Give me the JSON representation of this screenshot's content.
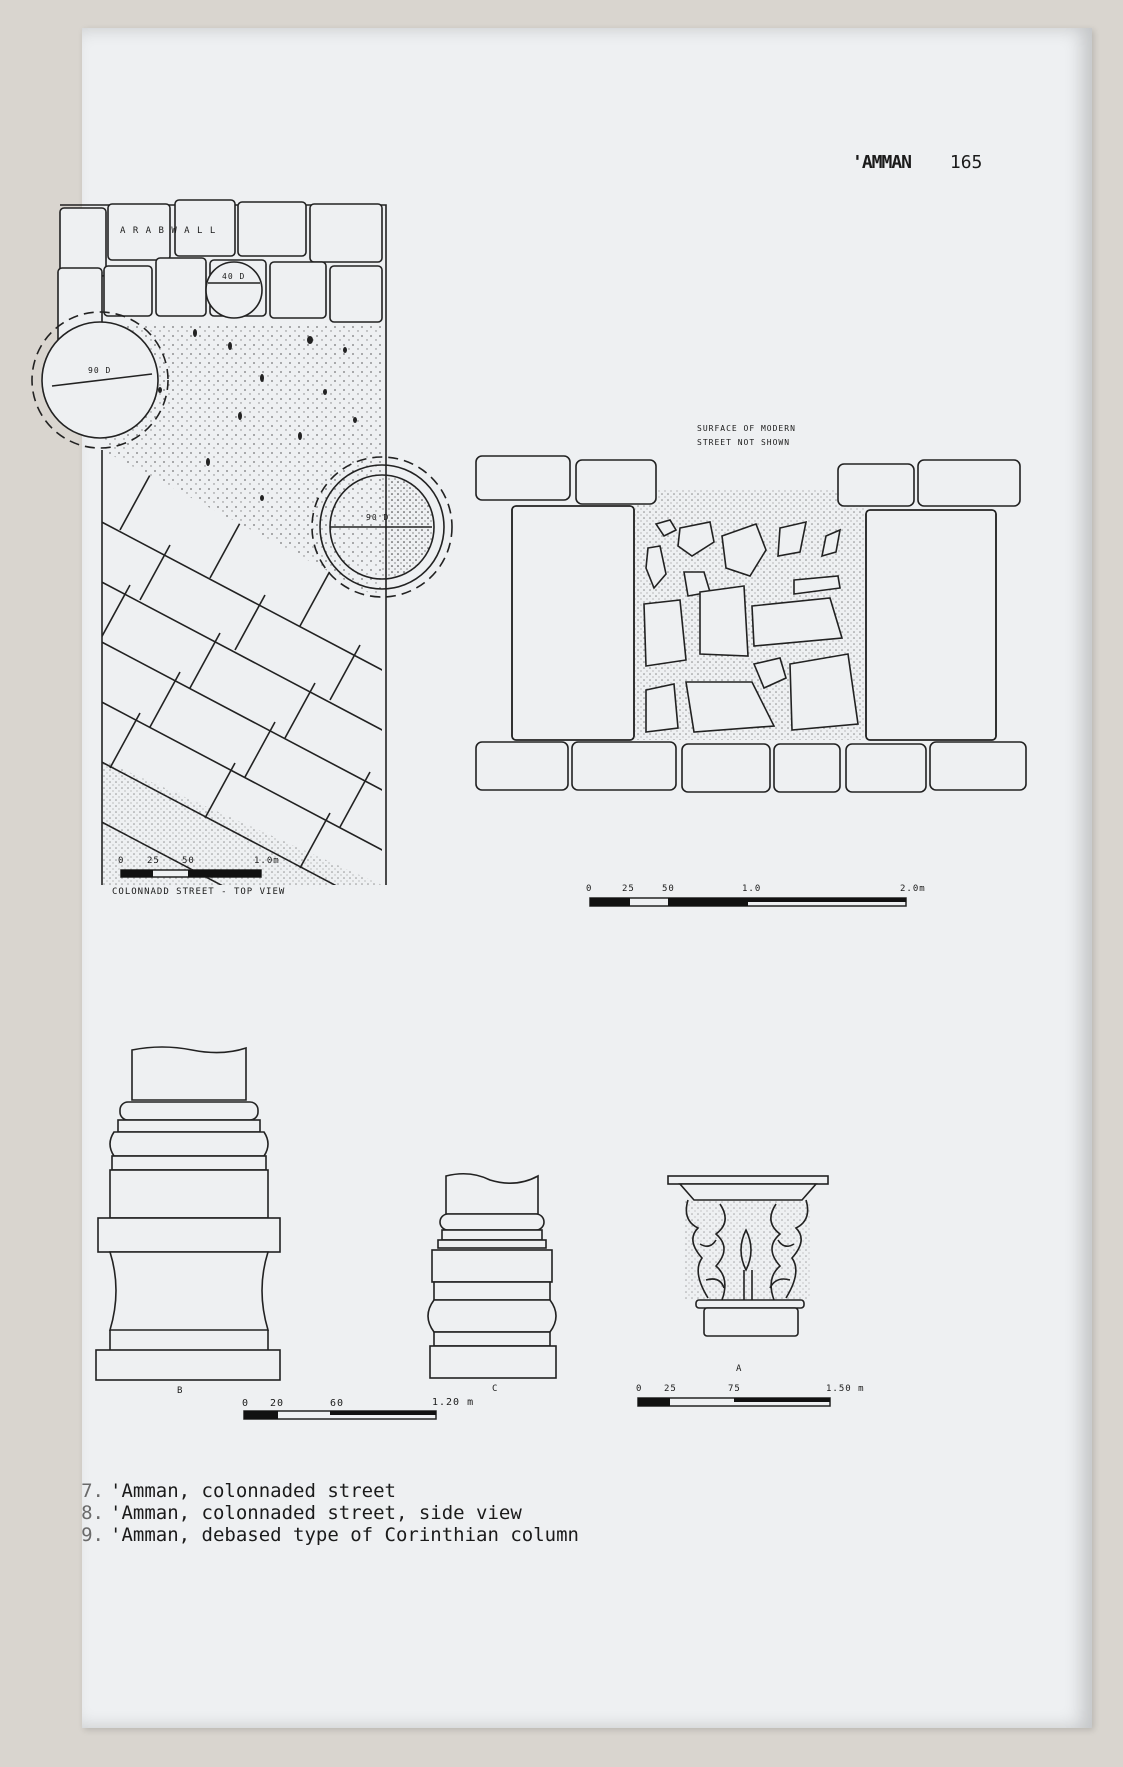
{
  "header": {
    "title": "'AMMAN",
    "page_number": "165"
  },
  "fig7": {
    "wall_label": "A R A B   W A L L",
    "dia_small": "40 D",
    "dia_left": "90 D",
    "dia_right": "90 D",
    "scale_ticks": [
      "0",
      "25",
      "50",
      "1.0m"
    ],
    "title": "COLONNADD  STREET  -  TOP VIEW"
  },
  "fig8": {
    "note_line1": "SURFACE  OF  MODERN",
    "note_line2": "STREET  NOT  SHOWN",
    "scale_ticks": [
      "0",
      "25",
      "50",
      "1.0",
      "2.0m"
    ]
  },
  "fig9": {
    "label_b": "B",
    "label_c": "C",
    "label_a": "A",
    "scale_bc_ticks": [
      "0",
      "20",
      "60",
      "1.20 m"
    ],
    "scale_a_ticks": [
      "0",
      "25",
      "75",
      "1.50 m"
    ]
  },
  "captions": [
    {
      "num": "7.",
      "text": "'Amman, colonnaded street"
    },
    {
      "num": "8.",
      "text": "'Amman, colonnaded street, side view"
    },
    {
      "num": "9.",
      "text": "'Amman, debased type of Corinthian column"
    }
  ]
}
